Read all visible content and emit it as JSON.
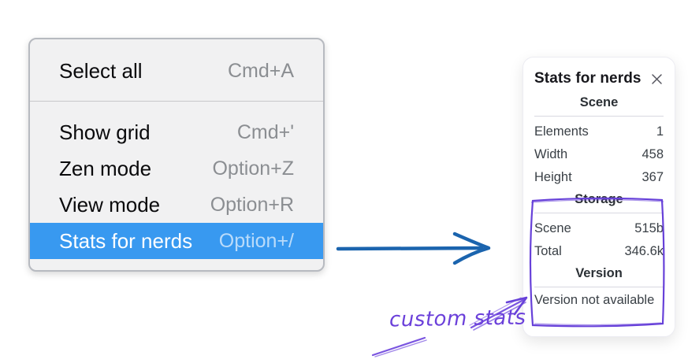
{
  "context_menu": {
    "items": [
      {
        "label": "Select all",
        "shortcut": "Cmd+A",
        "selected": false
      },
      {
        "label": "Show grid",
        "shortcut": "Cmd+'",
        "selected": false
      },
      {
        "label": "Zen mode",
        "shortcut": "Option+Z",
        "selected": false
      },
      {
        "label": "View mode",
        "shortcut": "Option+R",
        "selected": false
      },
      {
        "label": "Stats for nerds",
        "shortcut": "Option+/",
        "selected": true
      }
    ],
    "selected_item": "Stats for nerds"
  },
  "stats_panel": {
    "title": "Stats for nerds",
    "close_icon": "✕",
    "sections": [
      {
        "heading": "Scene",
        "rows": [
          {
            "label": "Elements",
            "value": "1"
          },
          {
            "label": "Width",
            "value": "458"
          },
          {
            "label": "Height",
            "value": "367"
          }
        ]
      },
      {
        "heading": "Storage",
        "rows": [
          {
            "label": "Scene",
            "value": "515b"
          },
          {
            "label": "Total",
            "value": "346.6k"
          }
        ]
      },
      {
        "heading": "Version",
        "rows": [],
        "note": "Version not available"
      }
    ]
  },
  "annotation": {
    "label": "custom stats"
  },
  "colors": {
    "menu_highlight": "#3899f0",
    "menu_background": "#f1f1f2",
    "arrow_blue": "#1b64ae",
    "annotation_purple": "#6741d9"
  }
}
